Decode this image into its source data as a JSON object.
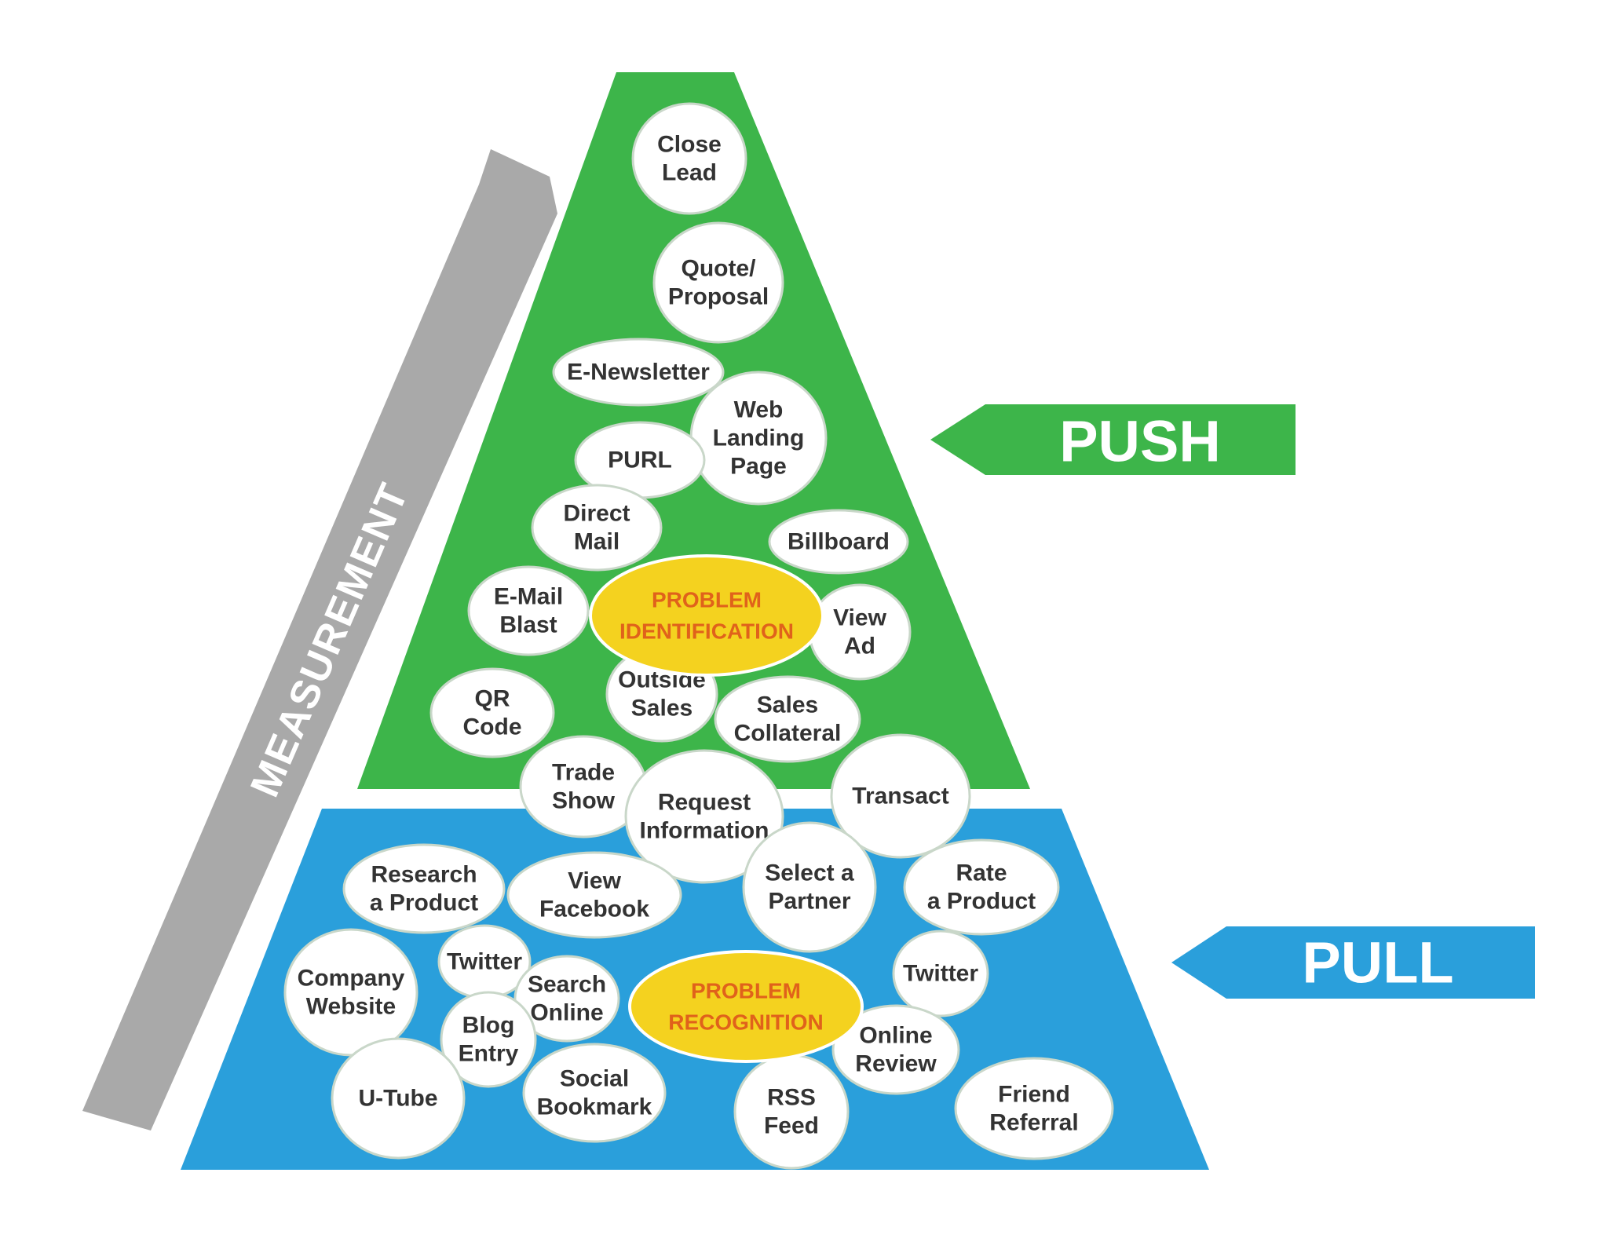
{
  "colors": {
    "push_green": "#3db54a",
    "pull_blue": "#2a9fdb",
    "measurement_gray": "#a9a9a9",
    "bubble_fill": "#ffffff",
    "bubble_stroke": "#c9d7c9",
    "core_fill": "#f4d21f",
    "core_text": "#e0621b",
    "bubble_text": "#333333",
    "banner_text": "#ffffff"
  },
  "measurement": {
    "label": "MEASUREMENT"
  },
  "push": {
    "label": "PUSH"
  },
  "pull": {
    "label": "PULL"
  },
  "push_core": {
    "lines": [
      "PROBLEM",
      "IDENTIFICATION"
    ]
  },
  "pull_core": {
    "lines": [
      "PROBLEM",
      "RECOGNITION"
    ]
  },
  "bubbles": [
    {
      "id": "close-lead",
      "lines": [
        "Close",
        "Lead"
      ]
    },
    {
      "id": "quote-proposal",
      "lines": [
        "Quote/",
        "Proposal"
      ]
    },
    {
      "id": "e-newsletter",
      "lines": [
        "E-Newsletter"
      ]
    },
    {
      "id": "web-landing-page",
      "lines": [
        "Web",
        "Landing",
        "Page"
      ]
    },
    {
      "id": "purl",
      "lines": [
        "PURL"
      ]
    },
    {
      "id": "direct-mail",
      "lines": [
        "Direct",
        "Mail"
      ]
    },
    {
      "id": "billboard",
      "lines": [
        "Billboard"
      ]
    },
    {
      "id": "e-mail-blast",
      "lines": [
        "E-Mail",
        "Blast"
      ]
    },
    {
      "id": "view-ad",
      "lines": [
        "View",
        "Ad"
      ]
    },
    {
      "id": "outside-sales",
      "lines": [
        "Outside",
        "Sales"
      ]
    },
    {
      "id": "qr-code",
      "lines": [
        "QR",
        "Code"
      ]
    },
    {
      "id": "sales-collateral",
      "lines": [
        "Sales",
        "Collateral"
      ]
    },
    {
      "id": "trade-show",
      "lines": [
        "Trade",
        "Show"
      ]
    },
    {
      "id": "request-information",
      "lines": [
        "Request",
        "Information"
      ]
    },
    {
      "id": "transact",
      "lines": [
        "Transact"
      ]
    },
    {
      "id": "research-a-product",
      "lines": [
        "Research",
        "a Product"
      ]
    },
    {
      "id": "view-facebook",
      "lines": [
        "View",
        "Facebook"
      ]
    },
    {
      "id": "select-a-partner",
      "lines": [
        "Select a",
        "Partner"
      ]
    },
    {
      "id": "rate-a-product",
      "lines": [
        "Rate",
        "a Product"
      ]
    },
    {
      "id": "company-website",
      "lines": [
        "Company",
        "Website"
      ]
    },
    {
      "id": "twitter-left",
      "lines": [
        "Twitter"
      ]
    },
    {
      "id": "search-online",
      "lines": [
        "Search",
        "Online"
      ]
    },
    {
      "id": "twitter-right",
      "lines": [
        "Twitter"
      ]
    },
    {
      "id": "blog-entry",
      "lines": [
        "Blog",
        "Entry"
      ]
    },
    {
      "id": "online-review",
      "lines": [
        "Online",
        "Review"
      ]
    },
    {
      "id": "u-tube",
      "lines": [
        "U-Tube"
      ]
    },
    {
      "id": "social-bookmark",
      "lines": [
        "Social",
        "Bookmark"
      ]
    },
    {
      "id": "rss-feed",
      "lines": [
        "RSS",
        "Feed"
      ]
    },
    {
      "id": "friend-referral",
      "lines": [
        "Friend",
        "Referral"
      ]
    }
  ]
}
